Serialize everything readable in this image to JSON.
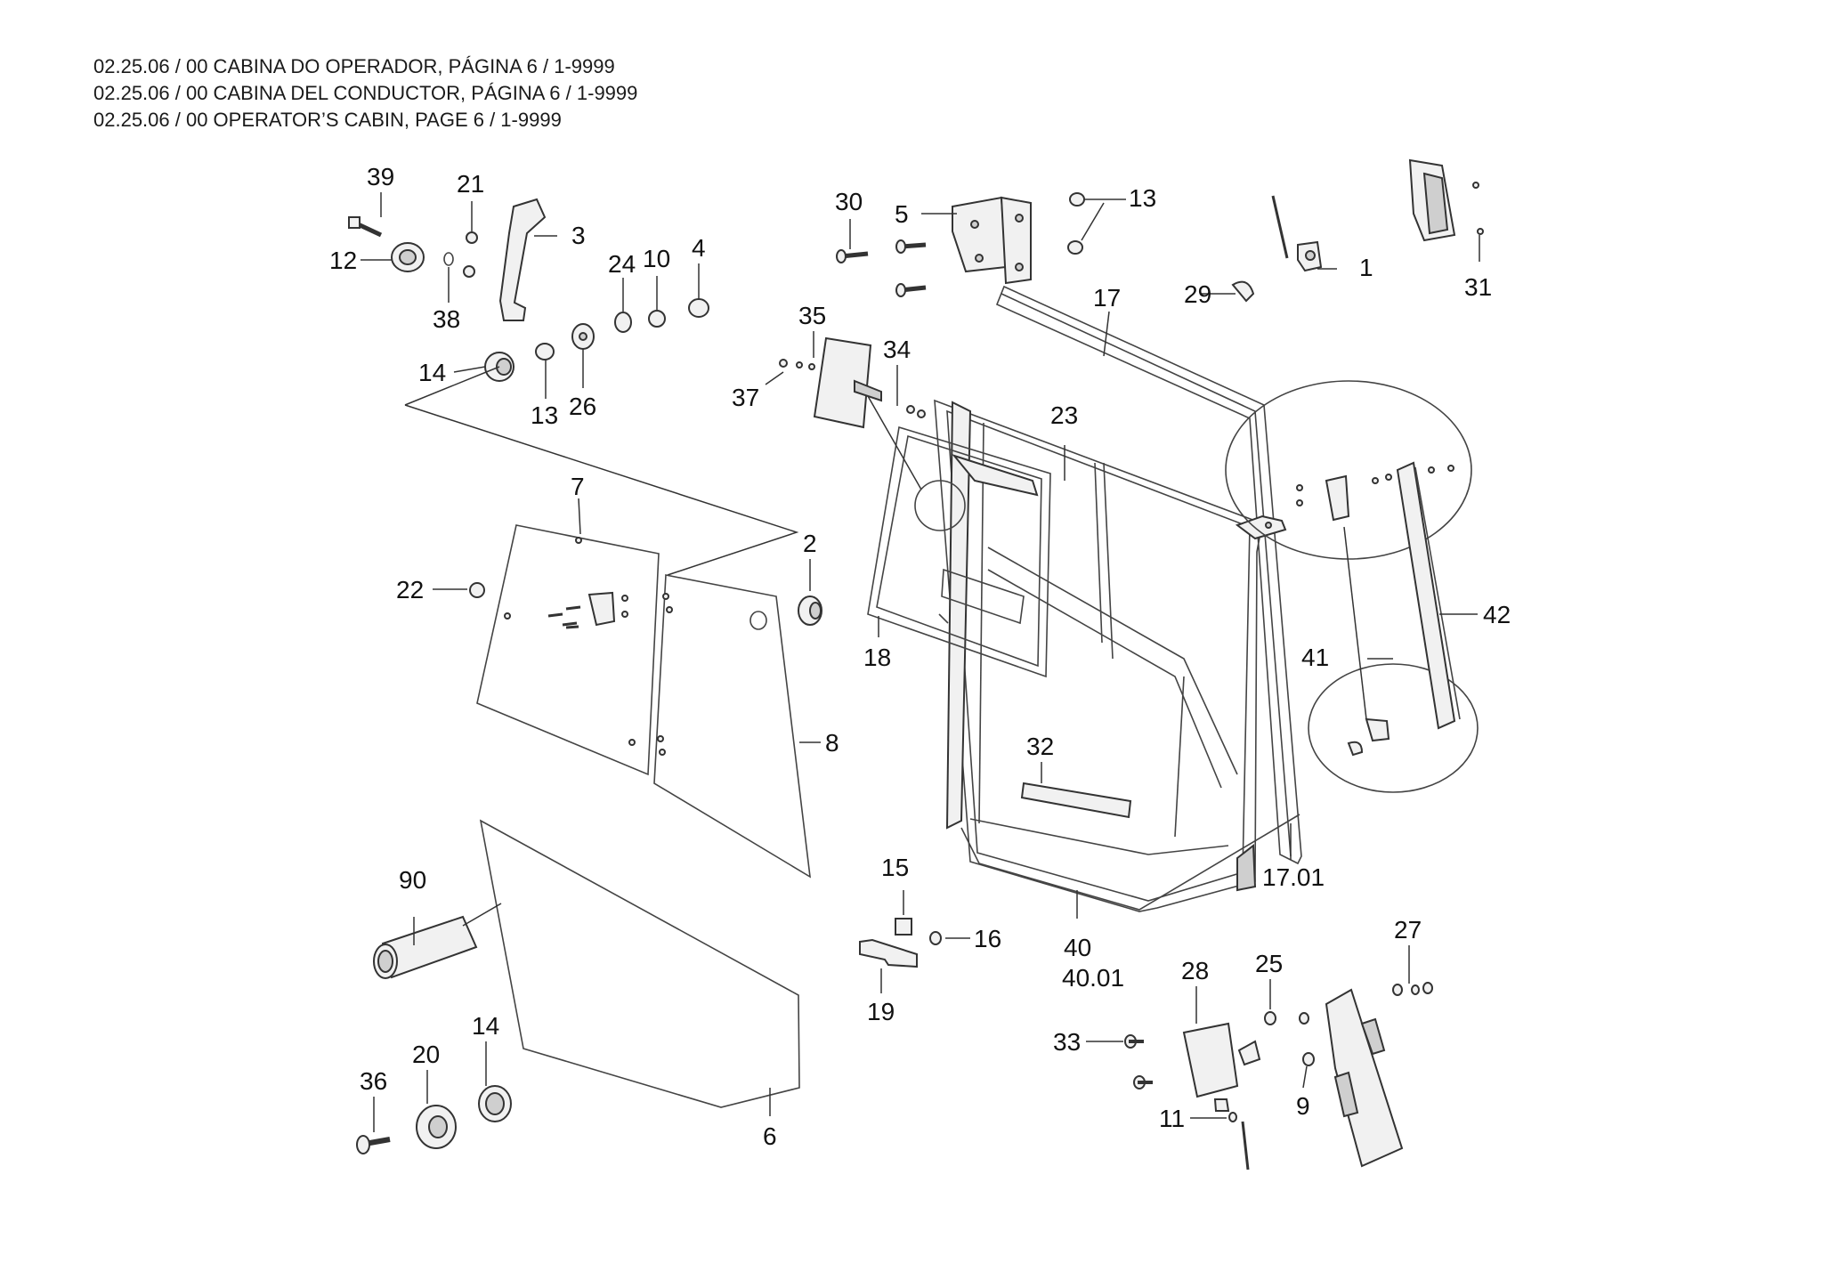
{
  "header": {
    "line1": "02.25.06 / 00 CABINA DO OPERADOR, PÁGINA 6 / 1-9999",
    "line2": "02.25.06 / 00 CABINA DEL CONDUCTOR, PÁGINA 6 / 1-9999",
    "line3": "02.25.06 / 00 OPERATOR’S CABIN, PAGE 6 / 1-9999"
  },
  "callouts": [
    {
      "id": "39",
      "text": "39"
    },
    {
      "id": "21",
      "text": "21"
    },
    {
      "id": "3",
      "text": "3"
    },
    {
      "id": "12",
      "text": "12"
    },
    {
      "id": "38",
      "text": "38"
    },
    {
      "id": "24",
      "text": "24"
    },
    {
      "id": "10",
      "text": "10"
    },
    {
      "id": "4",
      "text": "4"
    },
    {
      "id": "14a",
      "text": "14"
    },
    {
      "id": "13a",
      "text": "13"
    },
    {
      "id": "26",
      "text": "26"
    },
    {
      "id": "30",
      "text": "30"
    },
    {
      "id": "5",
      "text": "5"
    },
    {
      "id": "13b",
      "text": "13"
    },
    {
      "id": "1",
      "text": "1"
    },
    {
      "id": "29",
      "text": "29"
    },
    {
      "id": "31",
      "text": "31"
    },
    {
      "id": "17",
      "text": "17"
    },
    {
      "id": "35",
      "text": "35"
    },
    {
      "id": "34",
      "text": "34"
    },
    {
      "id": "37",
      "text": "37"
    },
    {
      "id": "23",
      "text": "23"
    },
    {
      "id": "7",
      "text": "7"
    },
    {
      "id": "2",
      "text": "2"
    },
    {
      "id": "22",
      "text": "22"
    },
    {
      "id": "18",
      "text": "18"
    },
    {
      "id": "41",
      "text": "41"
    },
    {
      "id": "42",
      "text": "42"
    },
    {
      "id": "8",
      "text": "8"
    },
    {
      "id": "32",
      "text": "32"
    },
    {
      "id": "90",
      "text": "90"
    },
    {
      "id": "17.01",
      "text": "17.01"
    },
    {
      "id": "15",
      "text": "15"
    },
    {
      "id": "16",
      "text": "16"
    },
    {
      "id": "40",
      "text": "40"
    },
    {
      "id": "40.01",
      "text": "40.01"
    },
    {
      "id": "19",
      "text": "19"
    },
    {
      "id": "27",
      "text": "27"
    },
    {
      "id": "28",
      "text": "28"
    },
    {
      "id": "25",
      "text": "25"
    },
    {
      "id": "20",
      "text": "20"
    },
    {
      "id": "14b",
      "text": "14"
    },
    {
      "id": "33",
      "text": "33"
    },
    {
      "id": "36",
      "text": "36"
    },
    {
      "id": "11",
      "text": "11"
    },
    {
      "id": "9",
      "text": "9"
    },
    {
      "id": "6",
      "text": "6"
    }
  ]
}
